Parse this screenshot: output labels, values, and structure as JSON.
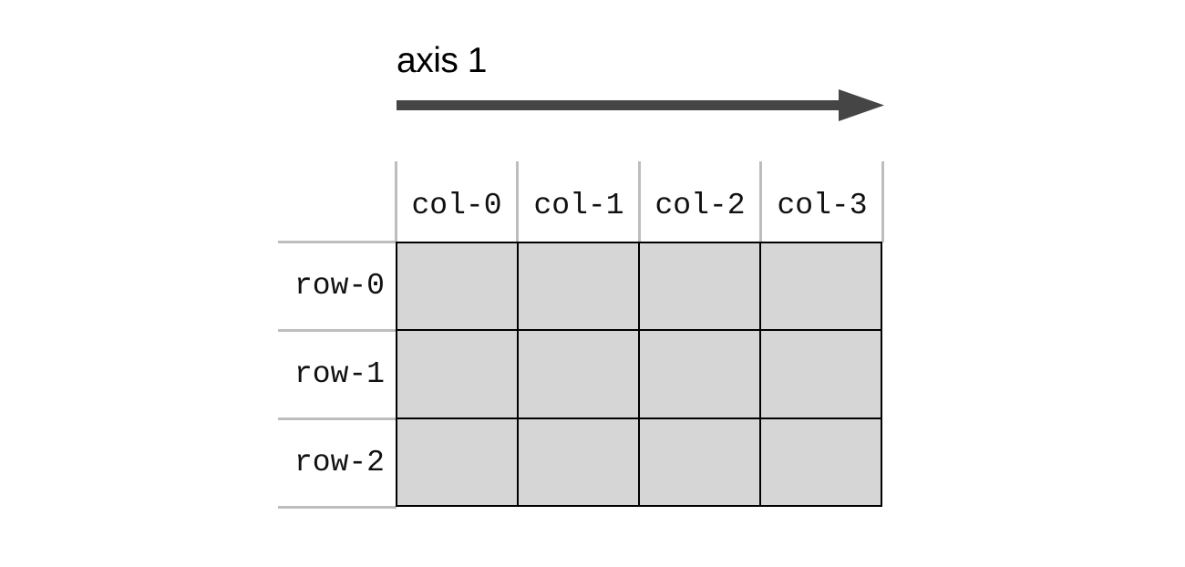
{
  "diagram": {
    "axis": {
      "label": "axis 1",
      "direction": "right",
      "arrow_color": "#454545"
    },
    "grid": {
      "cell_color": "#d6d6d6",
      "border_color": "#000000",
      "separator_color": "#bdbdbd",
      "n_rows": 3,
      "n_cols": 4,
      "column_labels": [
        "col-0",
        "col-1",
        "col-2",
        "col-3"
      ],
      "row_labels": [
        "row-0",
        "row-1",
        "row-2"
      ],
      "cells": [
        [
          "",
          "",
          "",
          ""
        ],
        [
          "",
          "",
          "",
          ""
        ],
        [
          "",
          "",
          "",
          ""
        ]
      ]
    }
  }
}
